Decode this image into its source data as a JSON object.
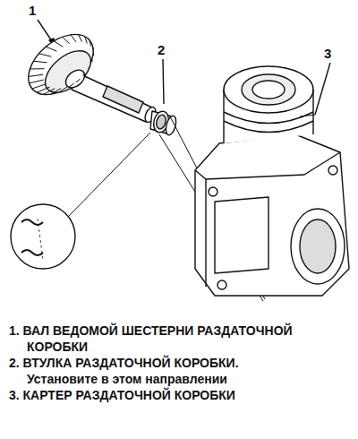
{
  "diagram": {
    "labels": [
      "1",
      "2",
      "3",
      "1. ВАЛ ВЕДОМОЙ ШЕСТЕРНИ РАЗДАТОЧНОЙ КОРОБКИ",
      "2. ВТУЛКА РАЗДАТОЧНОЙ КОРОБКИ.",
      "Установите в этом направлении",
      "3. КАРТЕР РАЗДАТОЧНОЙ КОРОБКИ"
    ]
  }
}
